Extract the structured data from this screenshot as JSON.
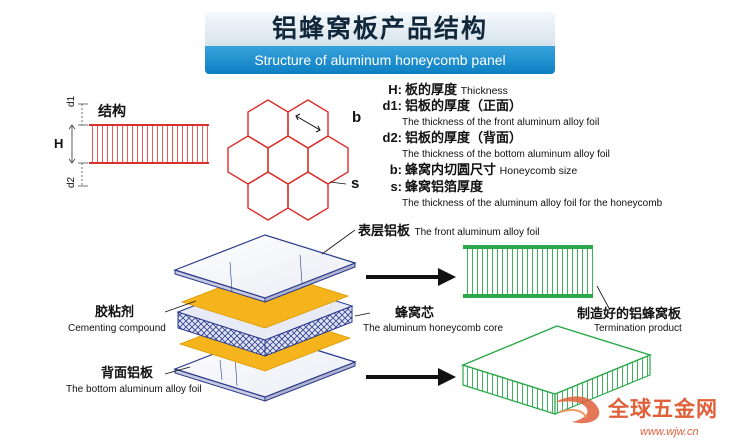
{
  "header": {
    "title_cn": "铝蜂窝板产品结构",
    "title_en": "Structure of aluminum honeycomb panel"
  },
  "section": {
    "structure_label": "结构"
  },
  "dimensions": {
    "d1": "d1",
    "H": "H",
    "d2": "d2",
    "b": "b",
    "s": "s"
  },
  "legend": [
    {
      "key": "H:",
      "cn": "板的厚度",
      "en": "Thickness",
      "sub": ""
    },
    {
      "key": "d1:",
      "cn": "铝板的厚度（正面）",
      "en": "",
      "sub": "The thickness of the front aluminum alloy foil"
    },
    {
      "key": "d2:",
      "cn": "铝板的厚度（背面）",
      "en": "",
      "sub": "The thickness of the bottom aluminum alloy foil"
    },
    {
      "key": "b:",
      "cn": "蜂窝内切圆尺寸",
      "en": "Honeycomb size",
      "sub": ""
    },
    {
      "key": "s:",
      "cn": "蜂窝铝箔厚度",
      "en": "",
      "sub": "The thickness of the aluminum alloy foil for the honeycomb"
    }
  ],
  "layers": {
    "front_cn": "表层铝板",
    "front_en": "The front aluminum alloy foil",
    "glue_cn": "胶粘剂",
    "glue_en": "Cementing compound",
    "core_cn": "蜂窝芯",
    "core_en": "The aluminum honeycomb core",
    "bottom_cn": "背面铝板",
    "bottom_en": "The bottom aluminum alloy foil"
  },
  "product": {
    "cn": "制造好的铝蜂窝板",
    "en": "Termination product"
  },
  "watermark": {
    "text": "全球五金网",
    "url": "www.wjw.cn"
  },
  "colors": {
    "red": "#d9312b",
    "green": "#2aa84a",
    "gold": "#f5b41c",
    "blue": "#2a3a8c",
    "banner": "#1a8bcc"
  }
}
